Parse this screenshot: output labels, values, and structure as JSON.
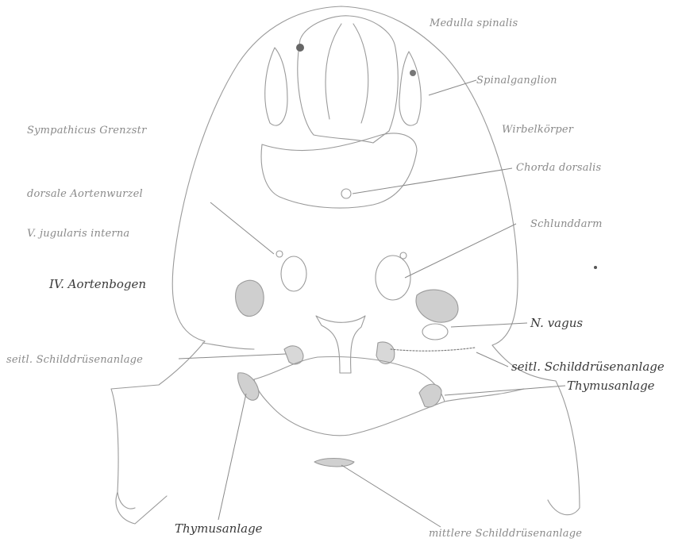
{
  "labels": {
    "medulla": "Medulla spinalis",
    "spinalganglion": "Spinalganglion",
    "sympathicus": "Sympathicus Grenzstr",
    "wirbelkoerper": "Wirbelkörper",
    "chorda": "Chorda dorsalis",
    "aortenwurzel": "dorsale Aortenwurzel",
    "jugularis": "V. jugularis interna",
    "schlunddarm": "Schlunddarm",
    "aortenbogen": "IV. Aortenbogen",
    "vagus": "N. vagus",
    "schild_left": "seitl. Schilddrüsenanlage",
    "schild_right": "seitl. Schilddrüsenanlage",
    "thymus_right": "Thymusanlage",
    "thymus_left": "Thymusanlage",
    "schild_mid": "mittlere Schilddrüsenanlage"
  }
}
